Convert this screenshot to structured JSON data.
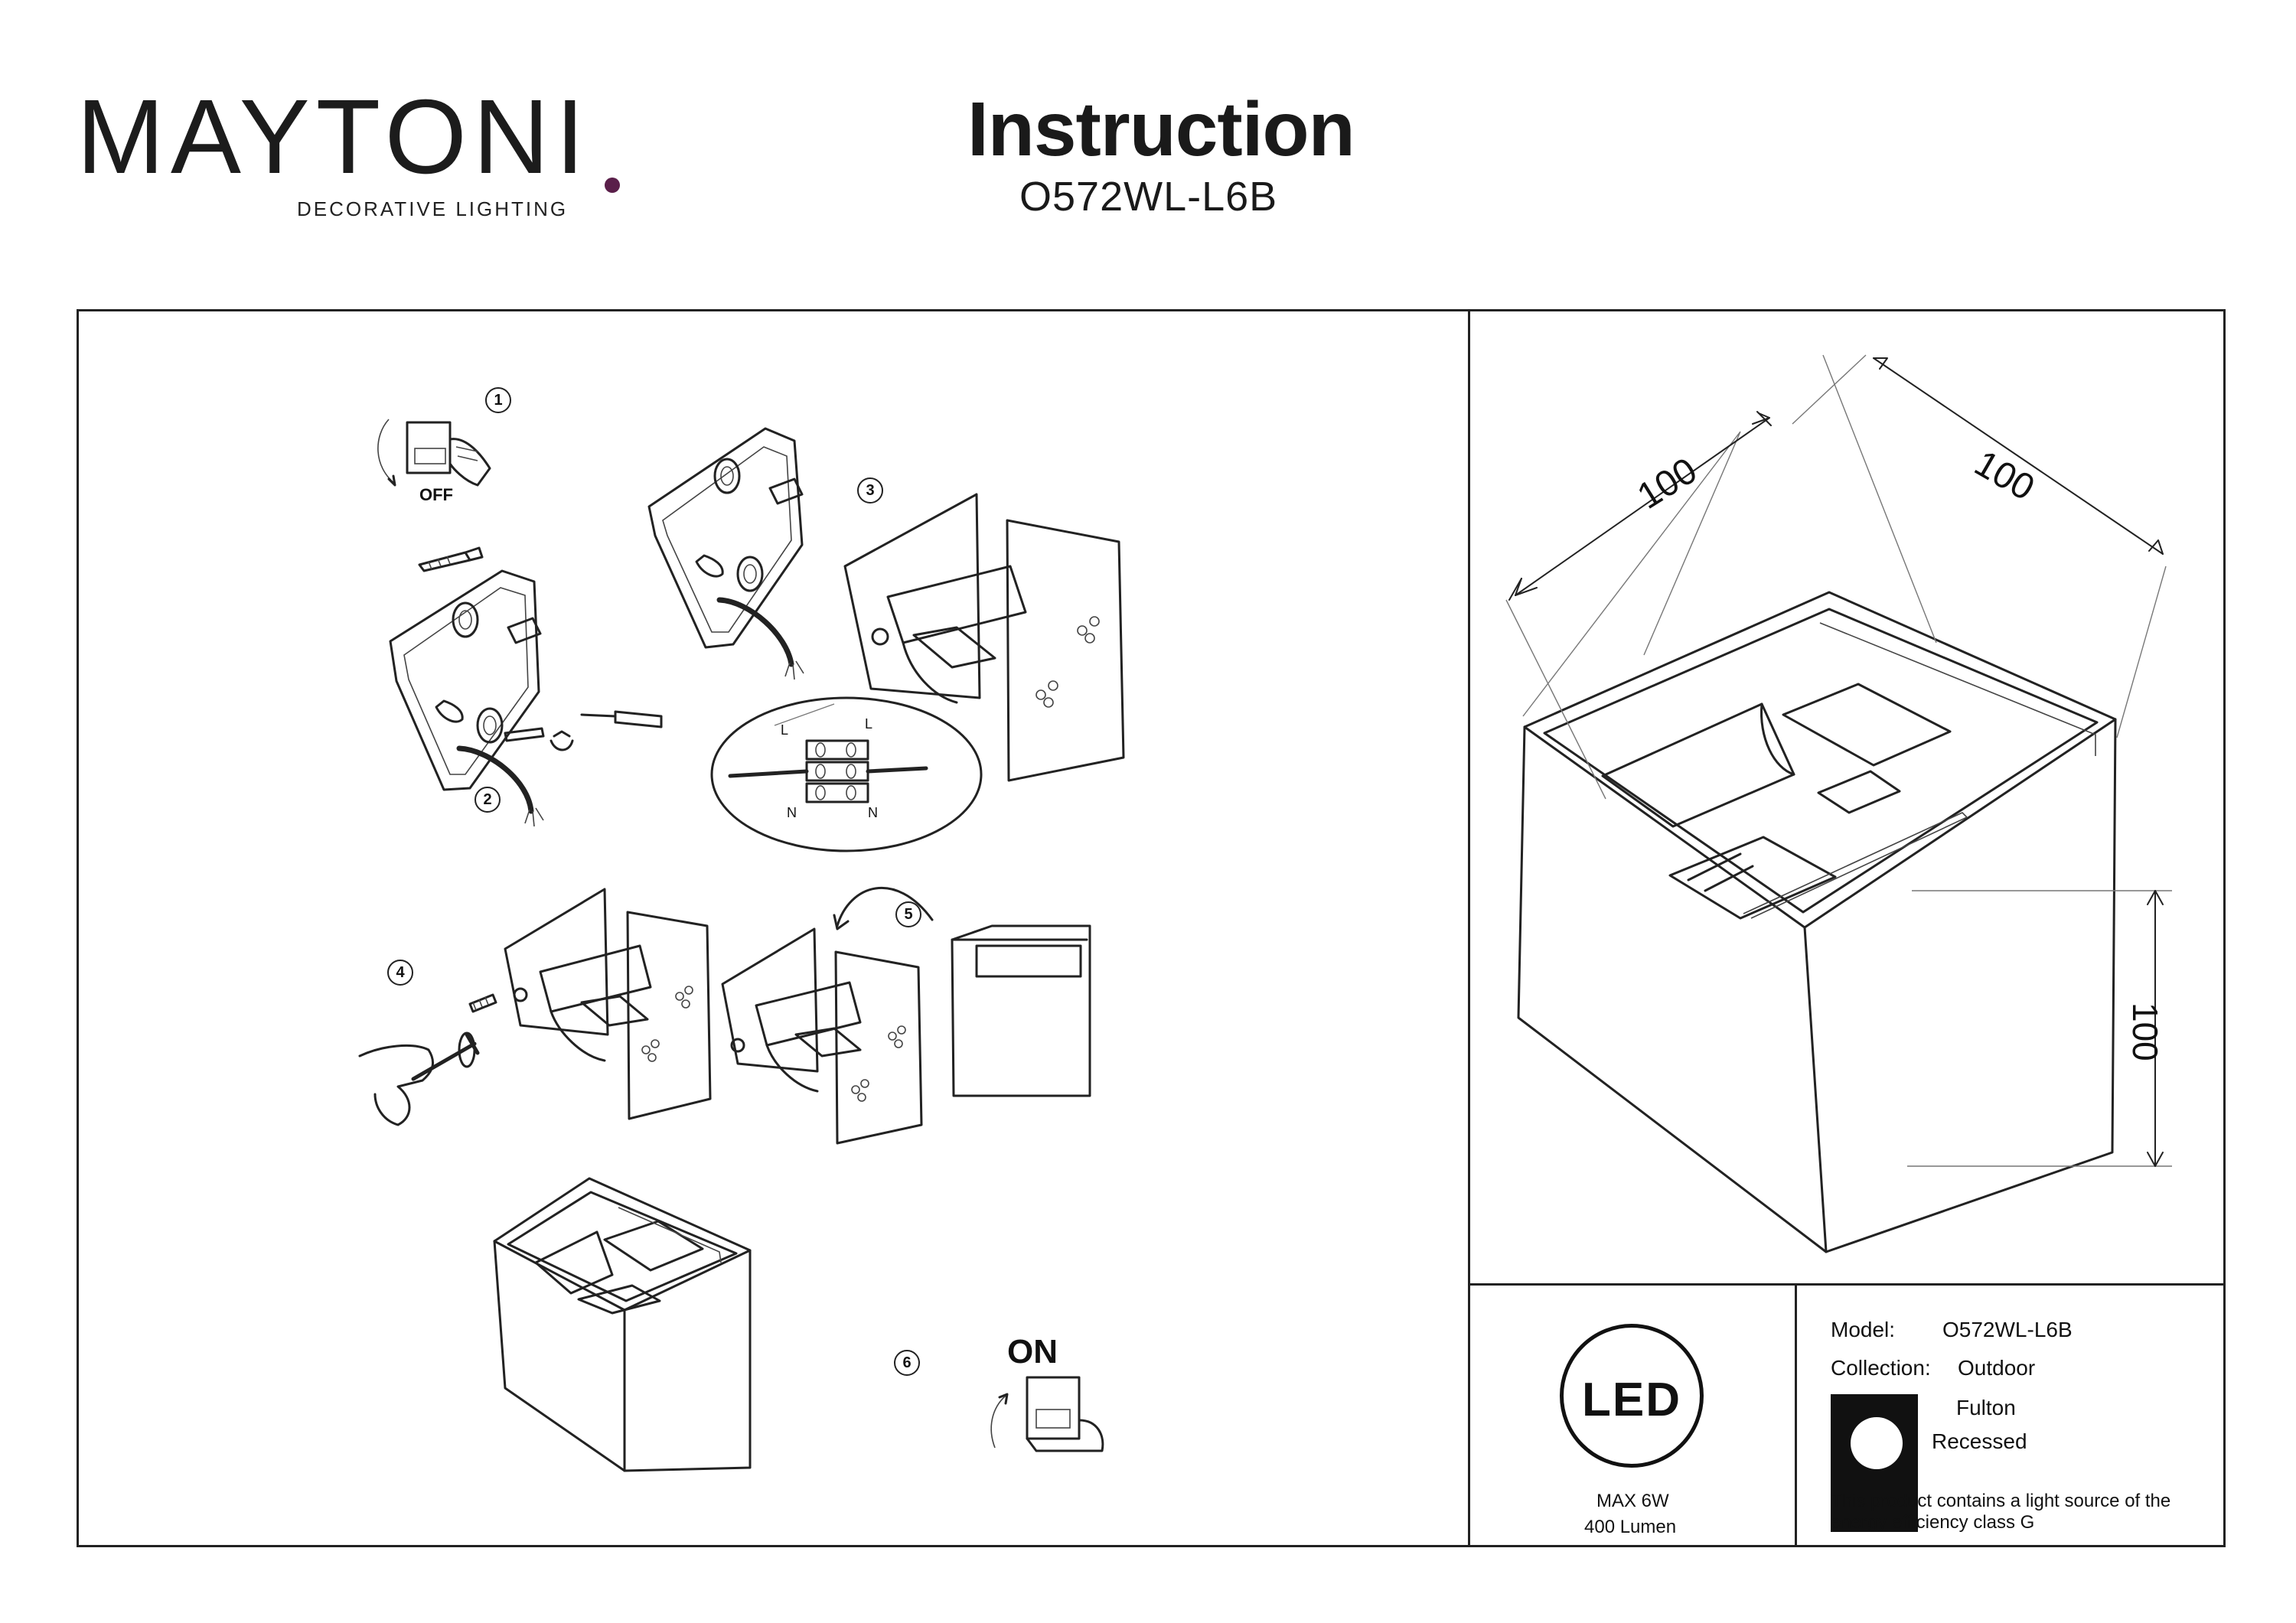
{
  "header": {
    "logo_word": "MAYTONI",
    "logo_tagline": "DECORATIVE LIGHTING",
    "title": "Instruction",
    "model": "O572WL-L6B"
  },
  "steps": [
    {
      "number": "1",
      "label": "OFF"
    },
    {
      "number": "2"
    },
    {
      "number": "3",
      "wiring_labels": [
        "L",
        "L",
        "N",
        "N"
      ]
    },
    {
      "number": "4"
    },
    {
      "number": "5"
    },
    {
      "number": "6",
      "label": "ON"
    }
  ],
  "dimensions": {
    "width": "100",
    "depth": "100",
    "height": "100"
  },
  "led_badge": {
    "text": "LED",
    "max_power": "MAX 6W",
    "lumen": "400 Lumen"
  },
  "specs": {
    "model_label": "Model:",
    "model_value": "O572WL-L6B",
    "collection_label": "Collection:",
    "collection_value": "Outdoor",
    "name": "Fulton",
    "mount": "Recessed",
    "energy_note_line1": "This product contains a light source of the",
    "energy_note_line2": "energy efficiency class G"
  }
}
